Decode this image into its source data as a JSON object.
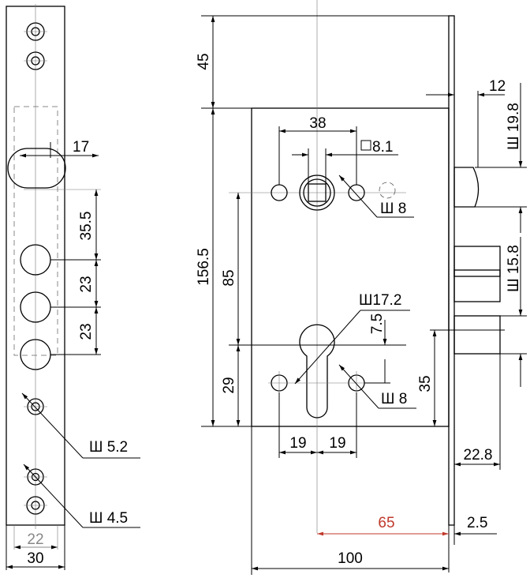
{
  "dimensions": {
    "d30": "30",
    "d22": "22",
    "d17": "17",
    "d35_5": "35.5",
    "d23a": "23",
    "d23b": "23",
    "d5_2": "Ш 5.2",
    "d4_5": "Ш 4.5",
    "d45": "45",
    "d156_5": "156.5",
    "d85": "85",
    "d29": "29",
    "d38": "38",
    "d8_1": "8.1",
    "d8a": "Ш 8",
    "d17_2": "Ш17.2",
    "d7_5": "7.5",
    "d8b": "Ш 8",
    "d35": "35",
    "d19a": "19",
    "d19b": "19",
    "d12": "12",
    "d19_8": "Ш 19.8",
    "d15_8": "Ш 15.8",
    "d22_8": "22.8",
    "d2_5": "2.5",
    "d65": "65",
    "d100": "100"
  },
  "colors": {
    "line": "#000000",
    "highlight": "#c0392b",
    "secondary": "#888888"
  }
}
